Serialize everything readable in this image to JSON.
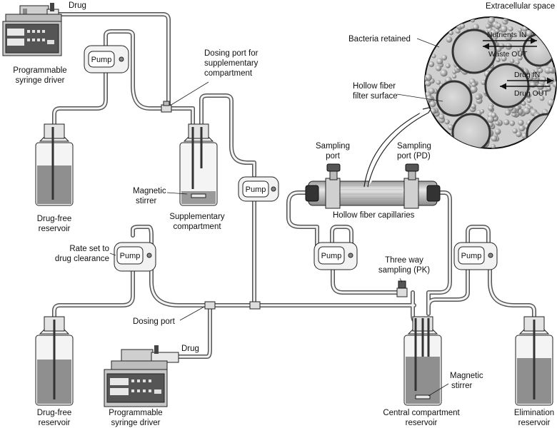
{
  "labels": {
    "drug_top": "Drug",
    "syringe_top": [
      "Programmable",
      "syringe driver"
    ],
    "dosing_supp": [
      "Dosing port for",
      "supplementary",
      "compartment"
    ],
    "drug_free_top": [
      "Drug-free",
      "reservoir"
    ],
    "magnetic_supp": [
      "Magnetic",
      "stirrer"
    ],
    "supp_comp": [
      "Supplementary",
      "compartment"
    ],
    "extracellular": "Extracellular space",
    "bacteria": "Bacteria retained",
    "hollow_surface": [
      "Hollow fiber",
      "filter surface"
    ],
    "nutrients_in": "Nutrients IN",
    "waste_out": "Waste OUT",
    "drug_in": "Drug IN",
    "drug_out": "Drug OUT",
    "sampling_port": [
      "Sampling",
      "port"
    ],
    "sampling_pd": [
      "Sampling",
      "port (PD)"
    ],
    "hollow_caps": "Hollow fiber capillaries",
    "rate_set": [
      "Rate set to",
      "drug clearance"
    ],
    "three_way": [
      "Three way",
      "sampling (PK)"
    ],
    "dosing_port": "Dosing port",
    "drug_bottom": "Drug",
    "magnetic_central": [
      "Magnetic",
      "stirrer"
    ],
    "drug_free_bottom": [
      "Drug-free",
      "reservoir"
    ],
    "syringe_bottom": [
      "Programmable",
      "syringe driver"
    ],
    "central": [
      "Central compartment",
      "reservoir"
    ],
    "elimination": [
      "Elimination",
      "reservoir"
    ],
    "pump": "Pump"
  }
}
